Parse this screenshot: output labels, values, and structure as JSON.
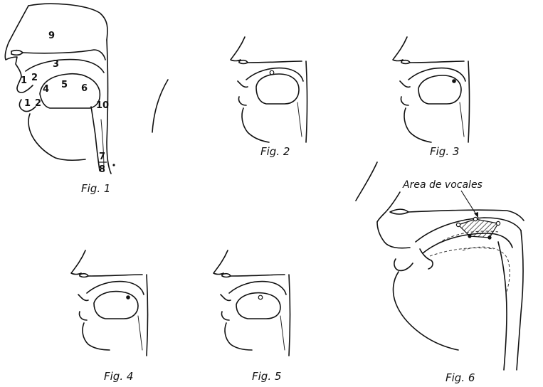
{
  "figures": {
    "fig1": {
      "caption": "Fig. 1",
      "labels": {
        "nasal_cavity": "9",
        "palate": "3",
        "upper_lip": "1",
        "upper_teeth": "2",
        "tongue_tip": "4",
        "tongue_front": "5",
        "tongue_back": "6",
        "lower_lip": "1",
        "lower_teeth": "2",
        "uvula": "10",
        "glottis_top": "7",
        "glottis_bottom": "8"
      }
    },
    "fig2": {
      "caption": "Fig. 2"
    },
    "fig3": {
      "caption": "Fig. 3"
    },
    "fig4": {
      "caption": "Fig. 4"
    },
    "fig5": {
      "caption": "Fig. 5"
    },
    "fig6": {
      "caption": "Fig. 6",
      "annotation": "Area de vocales"
    }
  }
}
